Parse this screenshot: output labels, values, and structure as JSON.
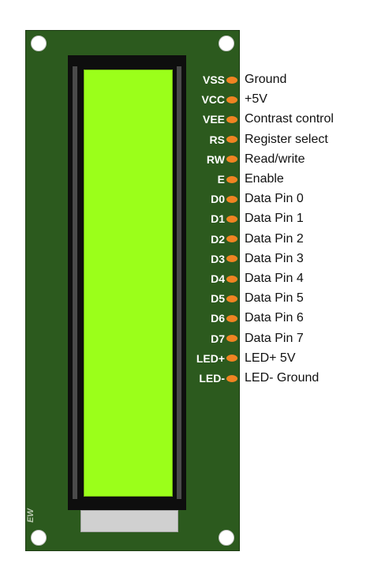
{
  "board": {
    "colors": {
      "pcb": "#2c5a1e",
      "screen": "#9bff1a",
      "bezel": "#0e0e0e",
      "pin": "#f08422",
      "ribbon": "#d0d0d0"
    },
    "maker_mark": "EW"
  },
  "pins": [
    {
      "label": "VSS",
      "description": "Ground"
    },
    {
      "label": "VCC",
      "description": "+5V"
    },
    {
      "label": "VEE",
      "description": "Contrast control"
    },
    {
      "label": "RS",
      "description": "Register select"
    },
    {
      "label": "RW",
      "description": "Read/write"
    },
    {
      "label": "E",
      "description": "Enable"
    },
    {
      "label": "D0",
      "description": "Data Pin 0"
    },
    {
      "label": "D1",
      "description": "Data Pin 1"
    },
    {
      "label": "D2",
      "description": "Data Pin 2"
    },
    {
      "label": "D3",
      "description": "Data Pin 3"
    },
    {
      "label": "D4",
      "description": "Data Pin 4"
    },
    {
      "label": "D5",
      "description": "Data Pin 5"
    },
    {
      "label": "D6",
      "description": "Data Pin 6"
    },
    {
      "label": "D7",
      "description": "Data Pin 7"
    },
    {
      "label": "LED+",
      "description": "LED+ 5V"
    },
    {
      "label": "LED-",
      "description": "LED- Ground"
    }
  ]
}
